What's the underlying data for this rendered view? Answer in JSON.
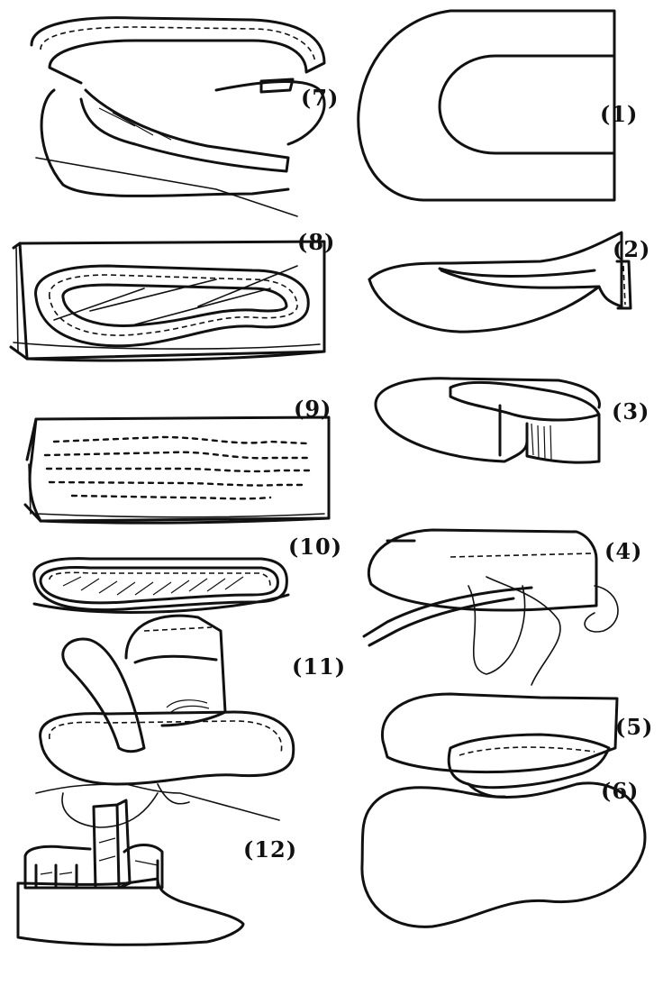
{
  "steps": {
    "s1": "(1)",
    "s2": "(2)",
    "s3": "(3)",
    "s4": "(4)",
    "s5": "(5)",
    "s6": "(6)",
    "s7": "(7)",
    "s8": "(8)",
    "s9": "(9)",
    "s10": "(10)",
    "s11": "(11)",
    "s12": "(12)"
  },
  "colors": {
    "ink": "#111111",
    "paper": "#ffffff"
  }
}
